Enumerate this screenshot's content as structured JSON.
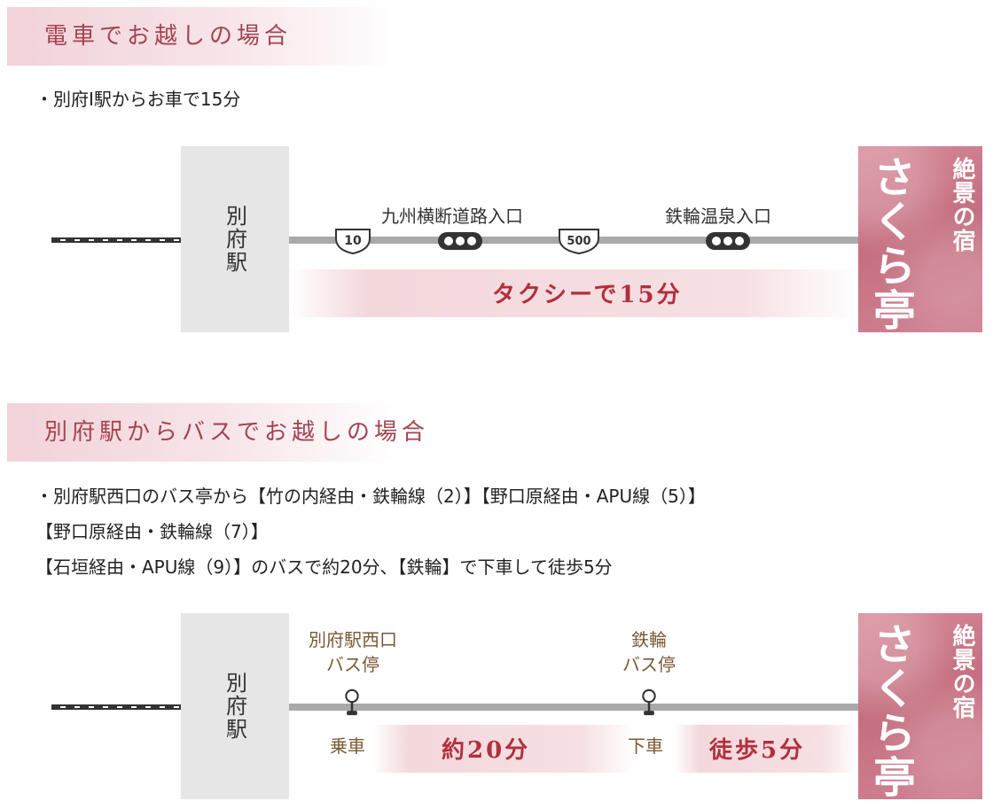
{
  "train": {
    "heading": "電車でお越しの場合",
    "line1": "・別府I駅からお車で15分",
    "station_label": "別府駅",
    "label_junction1": "九州横断道路入口",
    "label_junction2": "鉄輪温泉入口",
    "route_10": "10",
    "route_500": "500",
    "band_text": "タクシーで15分"
  },
  "bus": {
    "heading": "別府駅からバスでお越しの場合",
    "line1": "・別府駅西口のバス亭から【竹の内経由・鉄輪線（2）】【野口原経由・APU線（5）】",
    "line2": "【野口原経由・鉄輪線（7）】",
    "line3": "【石垣経由・APU線（9）】のバスで約20分、【鉄輪】で下車して徒歩5分",
    "station_label": "別府駅",
    "stop1_line1": "別府駅西口",
    "stop1_line2": "バス停",
    "stop2_line1": "鉄輪",
    "stop2_line2": "バス停",
    "board_label": "乗車",
    "alight_label": "下車",
    "time_bus": "約20分",
    "time_walk": "徒歩5分"
  },
  "logo": {
    "main": "さくら亭",
    "sub": "絶景の宿"
  },
  "colors": {
    "accent": "#a44350",
    "band_text": "#b0303c",
    "brown": "#7a5a34",
    "logo_bg": "#c56f80"
  }
}
